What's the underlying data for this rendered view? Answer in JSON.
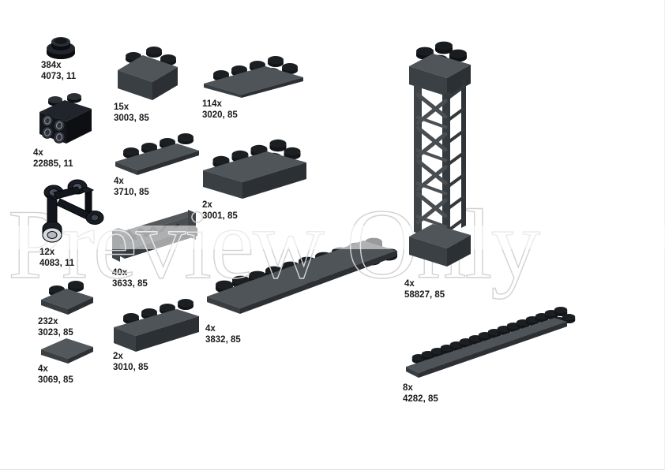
{
  "page": {
    "watermark": "Preview Only",
    "background_color": "#ffffff",
    "dark_grey_color": "#4a4f52",
    "black_color": "#16181d"
  },
  "parts": [
    {
      "id": "4073",
      "qty": "384x",
      "code": "4073, 11",
      "color_code": "11",
      "color_name": "black",
      "shape": "round-plate-1x1"
    },
    {
      "id": "22885",
      "qty": "4x",
      "code": "22885, 11",
      "color_code": "11",
      "color_name": "black",
      "shape": "brick-1x2x1-with-4-studs-side"
    },
    {
      "id": "4083",
      "qty": "12x",
      "code": "4083, 11",
      "color_code": "11",
      "color_name": "black",
      "shape": "bar-holder-arm"
    },
    {
      "id": "3023",
      "qty": "232x",
      "code": "3023, 85",
      "color_code": "85",
      "color_name": "dark-grey",
      "shape": "plate-1x2"
    },
    {
      "id": "3069",
      "qty": "4x",
      "code": "3069, 85",
      "color_code": "85",
      "color_name": "dark-grey",
      "shape": "tile-1x2"
    },
    {
      "id": "3003",
      "qty": "15x",
      "code": "3003, 85",
      "color_code": "85",
      "color_name": "dark-grey",
      "shape": "brick-2x2"
    },
    {
      "id": "3710",
      "qty": "4x",
      "code": "3710, 85",
      "color_code": "85",
      "color_name": "dark-grey",
      "shape": "plate-1x4"
    },
    {
      "id": "3633",
      "qty": "40x",
      "code": "3633, 85",
      "color_code": "85",
      "color_name": "dark-grey",
      "shape": "fence-1x4x1"
    },
    {
      "id": "3010",
      "qty": "2x",
      "code": "3010, 85",
      "color_code": "85",
      "color_name": "dark-grey",
      "shape": "brick-1x4"
    },
    {
      "id": "3020",
      "qty": "114x",
      "code": "3020, 85",
      "color_code": "85",
      "color_name": "dark-grey",
      "shape": "plate-2x4"
    },
    {
      "id": "3001",
      "qty": "2x",
      "code": "3001, 85",
      "color_code": "85",
      "color_name": "dark-grey",
      "shape": "brick-2x4"
    },
    {
      "id": "3832",
      "qty": "4x",
      "code": "3832, 85",
      "color_code": "85",
      "color_name": "dark-grey",
      "shape": "plate-2x10"
    },
    {
      "id": "58827",
      "qty": "4x",
      "code": "58827, 85",
      "color_code": "85",
      "color_name": "dark-grey",
      "shape": "support-2x2x10-girder"
    },
    {
      "id": "4282",
      "qty": "8x",
      "code": "4282, 85",
      "color_code": "85",
      "color_name": "dark-grey",
      "shape": "plate-2x16"
    }
  ]
}
